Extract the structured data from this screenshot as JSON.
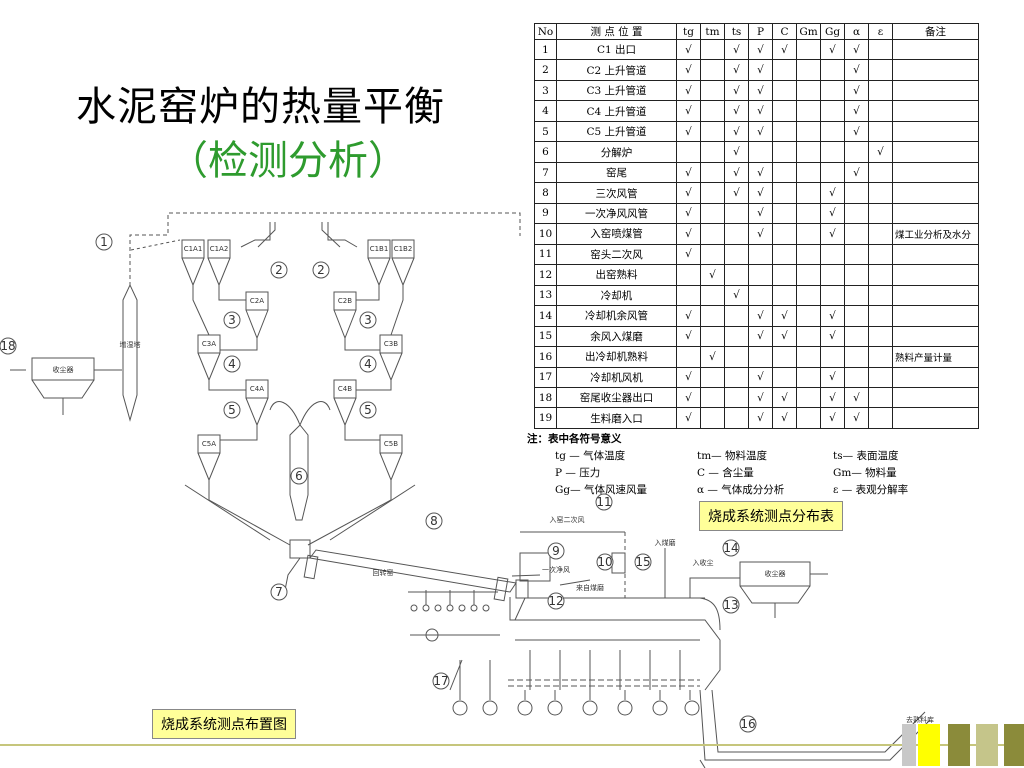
{
  "title": {
    "main": "水泥窑炉的热量平衡",
    "sub": "（检测分析）"
  },
  "colors": {
    "sub_title": "#2e9b2e",
    "label_bg": "#ffff99",
    "accent_squares": [
      "#c8c8c8",
      "#ffff00",
      "#8b8b3a",
      "#c5c58a"
    ]
  },
  "table": {
    "headers": [
      "No",
      "测 点 位 置",
      "tg",
      "tm",
      "ts",
      "P",
      "C",
      "Gm",
      "Gg",
      "α",
      "ε",
      "备注"
    ],
    "rows": [
      [
        "1",
        "C1 出口",
        "√",
        "",
        "√",
        "√",
        "√",
        "",
        "√",
        "√",
        "",
        ""
      ],
      [
        "2",
        "C2 上升管道",
        "√",
        "",
        "√",
        "√",
        "",
        "",
        "",
        "√",
        "",
        ""
      ],
      [
        "3",
        "C3 上升管道",
        "√",
        "",
        "√",
        "√",
        "",
        "",
        "",
        "√",
        "",
        ""
      ],
      [
        "4",
        "C4 上升管道",
        "√",
        "",
        "√",
        "√",
        "",
        "",
        "",
        "√",
        "",
        ""
      ],
      [
        "5",
        "C5 上升管道",
        "√",
        "",
        "√",
        "√",
        "",
        "",
        "",
        "√",
        "",
        ""
      ],
      [
        "6",
        "分解炉",
        "",
        "",
        "√",
        "",
        "",
        "",
        "",
        "",
        "√",
        ""
      ],
      [
        "7",
        "窑尾",
        "√",
        "",
        "√",
        "√",
        "",
        "",
        "",
        "√",
        "",
        ""
      ],
      [
        "8",
        "三次风管",
        "√",
        "",
        "√",
        "√",
        "",
        "",
        "√",
        "",
        "",
        ""
      ],
      [
        "9",
        "一次净风风管",
        "√",
        "",
        "",
        "√",
        "",
        "",
        "√",
        "",
        "",
        ""
      ],
      [
        "10",
        "入窑喷煤管",
        "√",
        "",
        "",
        "√",
        "",
        "",
        "√",
        "",
        "",
        "煤工业分析及水分"
      ],
      [
        "11",
        "窑头二次风",
        "√",
        "",
        "",
        "",
        "",
        "",
        "",
        "",
        "",
        ""
      ],
      [
        "12",
        "出窑熟料",
        "",
        "√",
        "",
        "",
        "",
        "",
        "",
        "",
        "",
        ""
      ],
      [
        "13",
        "冷却机",
        "",
        "",
        "√",
        "",
        "",
        "",
        "",
        "",
        "",
        ""
      ],
      [
        "14",
        "冷却机余风管",
        "√",
        "",
        "",
        "√",
        "√",
        "",
        "√",
        "",
        "",
        ""
      ],
      [
        "15",
        "余风入煤磨",
        "√",
        "",
        "",
        "√",
        "√",
        "",
        "√",
        "",
        "",
        ""
      ],
      [
        "16",
        "出冷却机熟料",
        "",
        "√",
        "",
        "",
        "",
        "",
        "",
        "",
        "",
        "熟料产量计量"
      ],
      [
        "17",
        "冷却机风机",
        "√",
        "",
        "",
        "√",
        "",
        "",
        "√",
        "",
        "",
        ""
      ],
      [
        "18",
        "窑尾收尘器出口",
        "√",
        "",
        "",
        "√",
        "√",
        "",
        "√",
        "√",
        "",
        ""
      ],
      [
        "19",
        "生料磨入口",
        "√",
        "",
        "",
        "√",
        "√",
        "",
        "√",
        "√",
        "",
        ""
      ]
    ]
  },
  "notes": {
    "heading": "注：表中各符号意义",
    "items": [
      "tg — 气体温度",
      "tm— 物料温度",
      "ts— 表面温度",
      "P — 压力",
      "C — 含尘量",
      "Gm— 物料量",
      "Gg— 气体风速风量",
      "α — 气体成分分析",
      "ε — 表观分解率"
    ]
  },
  "labels": {
    "table_caption": "烧成系统测点分布表",
    "diagram_caption": "烧成系统测点布置图"
  },
  "diagram": {
    "tower_left": "增湿塔",
    "dust_collector_left": "收尘器",
    "dust_collector_right": "收尘器",
    "kiln": "回转窑",
    "cyclones_a": [
      "C1A1",
      "C1A2",
      "C2A",
      "C3A",
      "C4A",
      "C5A"
    ],
    "cyclones_b": [
      "C1B1",
      "C1B2",
      "C2B",
      "C3B",
      "C4B",
      "C5B"
    ],
    "pipe_secondary_air": "入窑二次风",
    "pipe_primary_air": "一次净风",
    "pipe_coal": "来自煤磨",
    "pipe_coal_mill": "入煤磨",
    "pipe_dust": "入收尘",
    "conveyor": "去熟料库",
    "points": [
      "1",
      "2",
      "2",
      "3",
      "3",
      "4",
      "4",
      "5",
      "5",
      "6",
      "7",
      "8",
      "9",
      "10",
      "11",
      "12",
      "13",
      "14",
      "15",
      "16",
      "17",
      "18"
    ]
  }
}
